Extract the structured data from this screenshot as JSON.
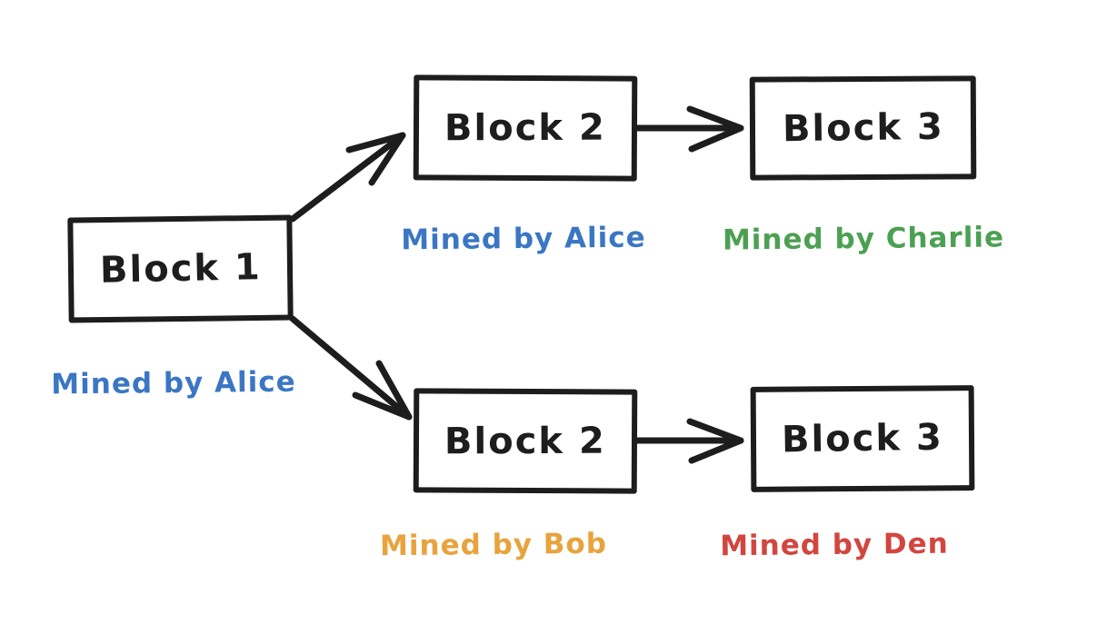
{
  "diagram": {
    "title": "blockchain-fork-diagram",
    "background_color": "#ffffff",
    "stroke_color": "#1d1d1d",
    "blocks": {
      "block1": {
        "label": "Block 1"
      },
      "block2_top": {
        "label": "Block 2"
      },
      "block3_top": {
        "label": "Block 3"
      },
      "block2_bottom": {
        "label": "Block 2"
      },
      "block3_bottom": {
        "label": "Block 3"
      }
    },
    "miner_labels": {
      "block1": {
        "text": "Mined by Alice",
        "color": "#3b76c4"
      },
      "block2_top": {
        "text": "Mined by Alice",
        "color": "#3b76c4"
      },
      "block3_top": {
        "text": "Mined by Charlie",
        "color": "#4ca052"
      },
      "block2_bottom": {
        "text": "Mined by Bob",
        "color": "#e8a33d"
      },
      "block3_bottom": {
        "text": "Mined by Den",
        "color": "#d1463f"
      }
    },
    "edges": [
      {
        "from": "block1",
        "to": "block2_top"
      },
      {
        "from": "block1",
        "to": "block2_bottom"
      },
      {
        "from": "block2_top",
        "to": "block3_top"
      },
      {
        "from": "block2_bottom",
        "to": "block3_bottom"
      }
    ]
  }
}
